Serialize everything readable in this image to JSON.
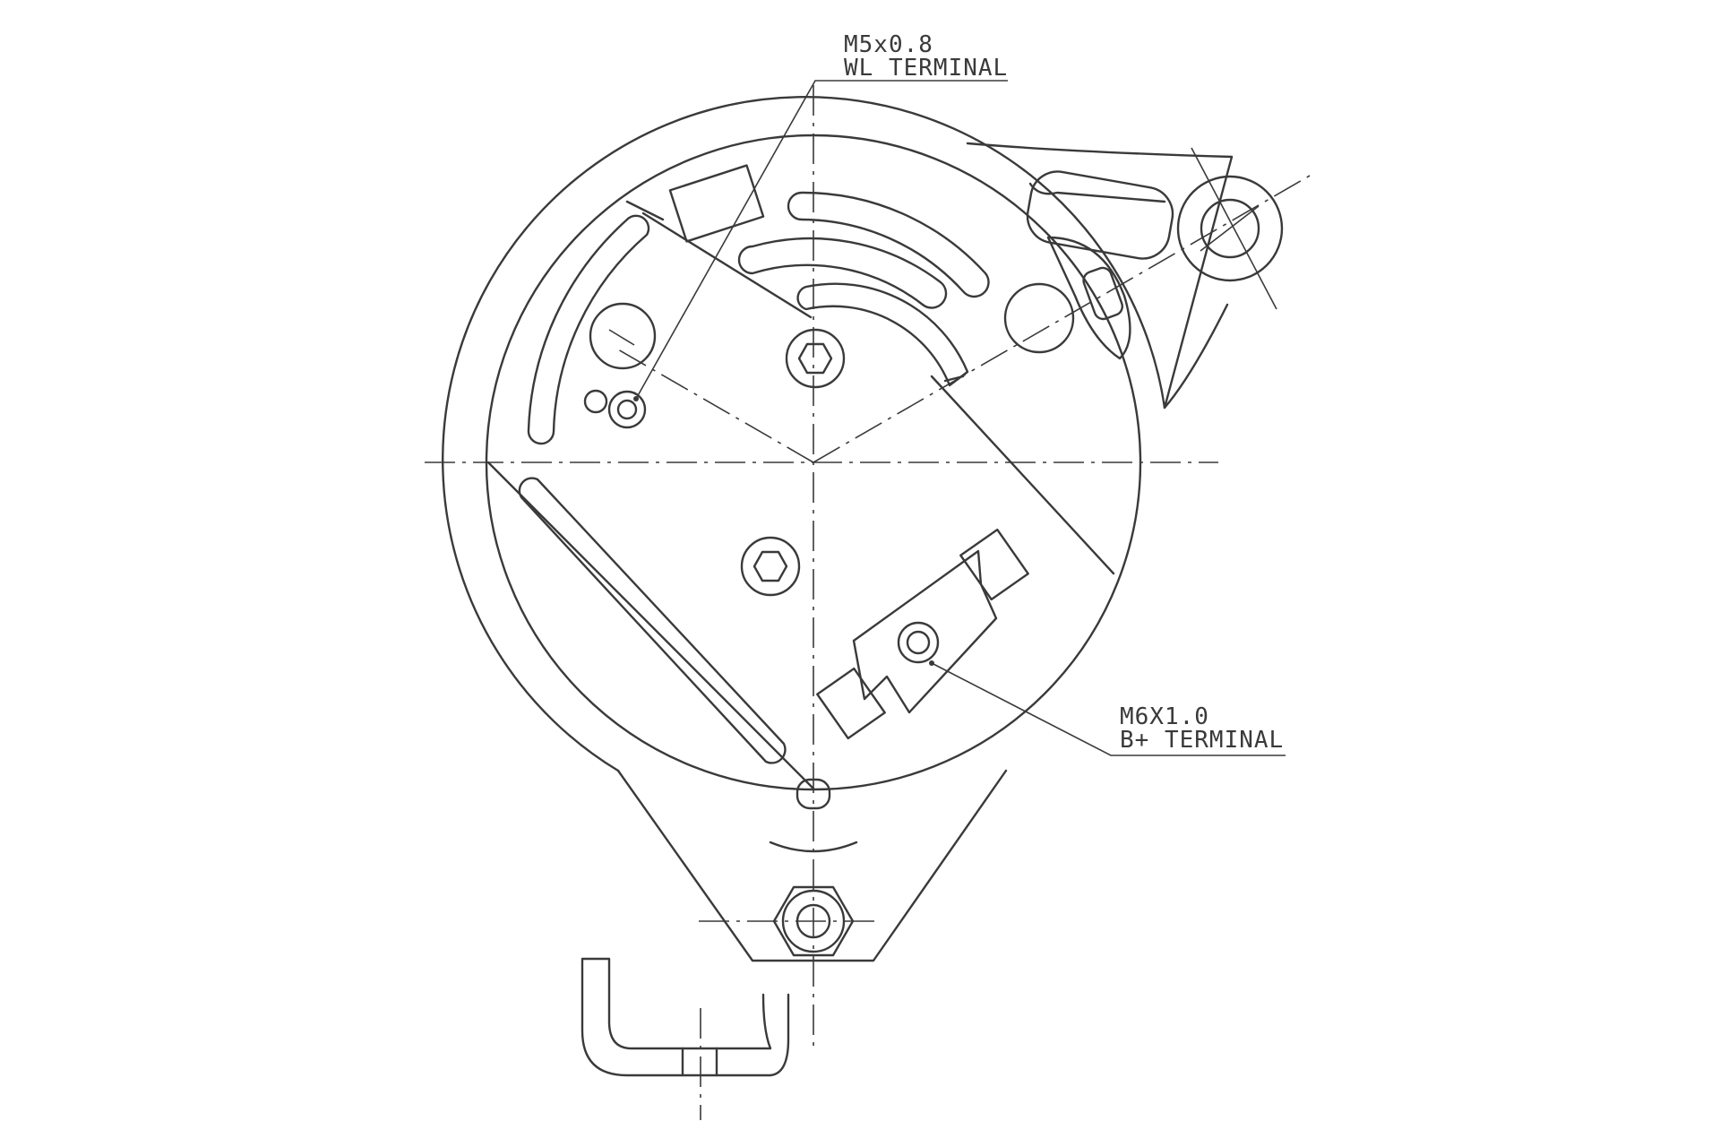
{
  "callouts": {
    "wl_terminal": {
      "thread": "M5x0.8",
      "name": "WL TERMINAL"
    },
    "bplus_terminal": {
      "thread": "M6X1.0",
      "name": "B+ TERMINAL"
    }
  }
}
